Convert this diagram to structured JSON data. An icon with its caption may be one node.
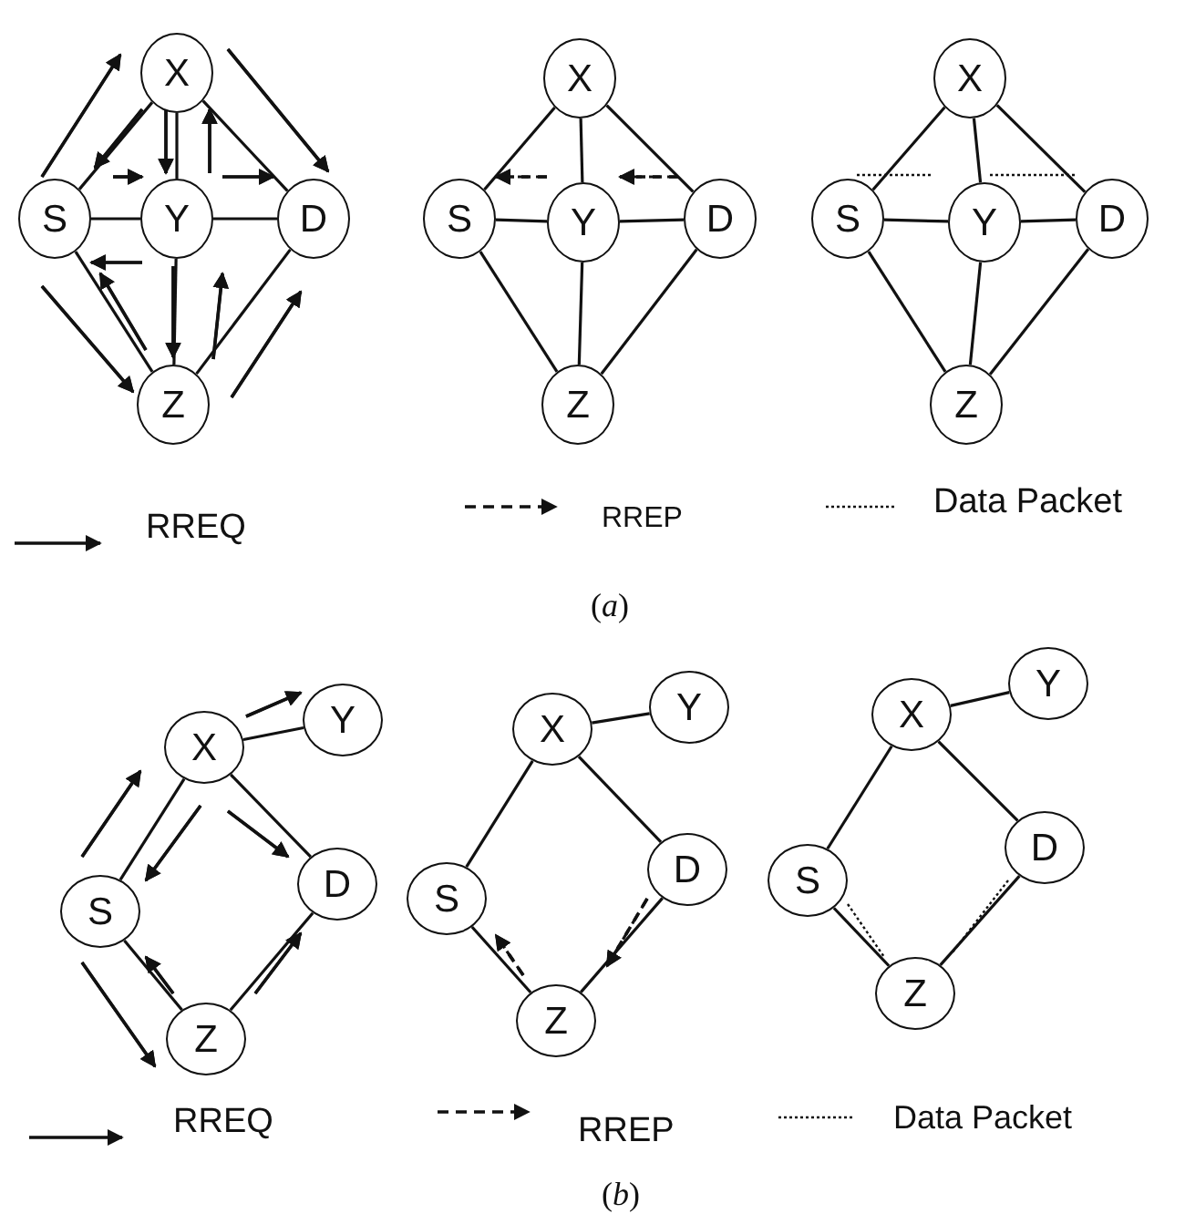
{
  "diagram": {
    "nodes": [
      {
        "text": [
          "X"
        ]
      },
      {
        "text": [
          "S"
        ]
      },
      {
        "text": [
          "Y"
        ]
      },
      {
        "text": [
          "D"
        ]
      },
      {
        "text": [
          "Z"
        ]
      },
      {
        "text": [
          "X"
        ]
      },
      {
        "text": [
          "S"
        ]
      },
      {
        "text": [
          "Y"
        ]
      },
      {
        "text": [
          "D"
        ]
      },
      {
        "text": [
          "Z"
        ]
      },
      {
        "text": [
          "X"
        ]
      },
      {
        "text": [
          "S"
        ]
      },
      {
        "text": [
          "Y"
        ]
      },
      {
        "text": [
          "D"
        ]
      },
      {
        "text": [
          "Z"
        ]
      },
      {
        "text": [
          "X"
        ]
      },
      {
        "text": [
          "Y"
        ]
      },
      {
        "text": [
          "S"
        ]
      },
      {
        "text": [
          "D"
        ]
      },
      {
        "text": [
          "Z"
        ]
      },
      {
        "text": [
          "X"
        ]
      },
      {
        "text": [
          "Y"
        ]
      },
      {
        "text": [
          "S"
        ]
      },
      {
        "text": [
          "D"
        ]
      },
      {
        "text": [
          "Z"
        ]
      },
      {
        "text": [
          "X"
        ]
      },
      {
        "text": [
          "Y"
        ]
      },
      {
        "text": [
          "S"
        ]
      },
      {
        "text": [
          "D"
        ]
      },
      {
        "text": [
          "Z"
        ]
      }
    ],
    "edges": [
      {
        "from": 0,
        "to": 1,
        "arrow": "none"
      },
      {
        "from": 0,
        "to": 2,
        "arrow": "none"
      },
      {
        "from": 0,
        "to": 3,
        "arrow": "none"
      },
      {
        "from": 1,
        "to": 2,
        "arrow": "none"
      },
      {
        "from": 2,
        "to": 3,
        "arrow": "none"
      },
      {
        "from": 1,
        "to": 4,
        "arrow": "none"
      },
      {
        "from": 2,
        "to": 4,
        "arrow": "none"
      },
      {
        "from": 3,
        "to": 4,
        "arrow": "none"
      },
      {
        "from": 5,
        "to": 6,
        "arrow": "none"
      },
      {
        "from": 5,
        "to": 7,
        "arrow": "none"
      },
      {
        "from": 5,
        "to": 8,
        "arrow": "none"
      },
      {
        "from": 6,
        "to": 7,
        "arrow": "none"
      },
      {
        "from": 7,
        "to": 8,
        "arrow": "none"
      },
      {
        "from": 6,
        "to": 9,
        "arrow": "none"
      },
      {
        "from": 7,
        "to": 9,
        "arrow": "none"
      },
      {
        "from": 8,
        "to": 9,
        "arrow": "none"
      },
      {
        "from": 10,
        "to": 11,
        "arrow": "none"
      },
      {
        "from": 10,
        "to": 12,
        "arrow": "none"
      },
      {
        "from": 10,
        "to": 13,
        "arrow": "none"
      },
      {
        "from": 11,
        "to": 12,
        "arrow": "none"
      },
      {
        "from": 12,
        "to": 13,
        "arrow": "none"
      },
      {
        "from": 11,
        "to": 14,
        "arrow": "none"
      },
      {
        "from": 12,
        "to": 14,
        "arrow": "none"
      },
      {
        "from": 13,
        "to": 14,
        "arrow": "none"
      },
      {
        "from": 15,
        "to": 16,
        "arrow": "none"
      },
      {
        "from": 15,
        "to": 17,
        "arrow": "none"
      },
      {
        "from": 15,
        "to": 18,
        "arrow": "none"
      },
      {
        "from": 17,
        "to": 19,
        "arrow": "none"
      },
      {
        "from": 18,
        "to": 19,
        "arrow": "none"
      },
      {
        "from": 20,
        "to": 21,
        "arrow": "none"
      },
      {
        "from": 20,
        "to": 22,
        "arrow": "none"
      },
      {
        "from": 20,
        "to": 23,
        "arrow": "none"
      },
      {
        "from": 22,
        "to": 24,
        "arrow": "none"
      },
      {
        "from": 23,
        "to": 24,
        "arrow": "none"
      },
      {
        "from": 25,
        "to": 26,
        "arrow": "none"
      },
      {
        "from": 25,
        "to": 27,
        "arrow": "none"
      },
      {
        "from": 25,
        "to": 28,
        "arrow": "none"
      },
      {
        "from": 27,
        "to": 29,
        "arrow": "none"
      },
      {
        "from": 28,
        "to": 29,
        "arrow": "none"
      },
      {
        "from": 1,
        "to": 0,
        "arrow": "to"
      },
      {
        "from": 0,
        "to": 1,
        "arrow": "to"
      },
      {
        "from": 1,
        "to": 2,
        "arrow": "to"
      },
      {
        "from": 0,
        "to": 2,
        "arrow": "to"
      },
      {
        "from": 2,
        "to": 0,
        "arrow": "to"
      },
      {
        "from": 2,
        "to": 3,
        "arrow": "to"
      },
      {
        "from": 0,
        "to": 3,
        "arrow": "to"
      },
      {
        "from": 2,
        "to": 1,
        "arrow": "to"
      },
      {
        "from": 4,
        "to": 1,
        "arrow": "to"
      },
      {
        "from": 2,
        "to": 4,
        "arrow": "to"
      },
      {
        "from": 4,
        "to": 2,
        "arrow": "to"
      },
      {
        "from": 1,
        "to": 4,
        "arrow": "to"
      },
      {
        "from": 4,
        "to": 3,
        "arrow": "to"
      },
      {
        "from": 8,
        "to": 7,
        "arrow": "to",
        "style": "dashed"
      },
      {
        "from": 7,
        "to": 6,
        "arrow": "to",
        "style": "dashed"
      },
      {
        "from": 15,
        "to": 16,
        "arrow": "to"
      },
      {
        "from": 17,
        "to": 15,
        "arrow": "to"
      },
      {
        "from": 15,
        "to": 17,
        "arrow": "to"
      },
      {
        "from": 15,
        "to": 18,
        "arrow": "to"
      },
      {
        "from": 17,
        "to": 19,
        "arrow": "to"
      },
      {
        "from": 19,
        "to": 17,
        "arrow": "to"
      },
      {
        "from": 19,
        "to": 18,
        "arrow": "to"
      },
      {
        "from": 23,
        "to": 24,
        "arrow": "to",
        "style": "dashed"
      },
      {
        "from": 24,
        "to": 22,
        "arrow": "to",
        "style": "dashed"
      }
    ],
    "labels": [
      "(*a*)",
      "(*b*)"
    ],
    "legend": [
      {
        "text": "RREQ"
      },
      {
        "text": "RREP"
      },
      {
        "text": "Data Packet"
      },
      {
        "text": "RREQ"
      },
      {
        "text": "RREP"
      },
      {
        "text": "Data Packet"
      }
    ]
  }
}
